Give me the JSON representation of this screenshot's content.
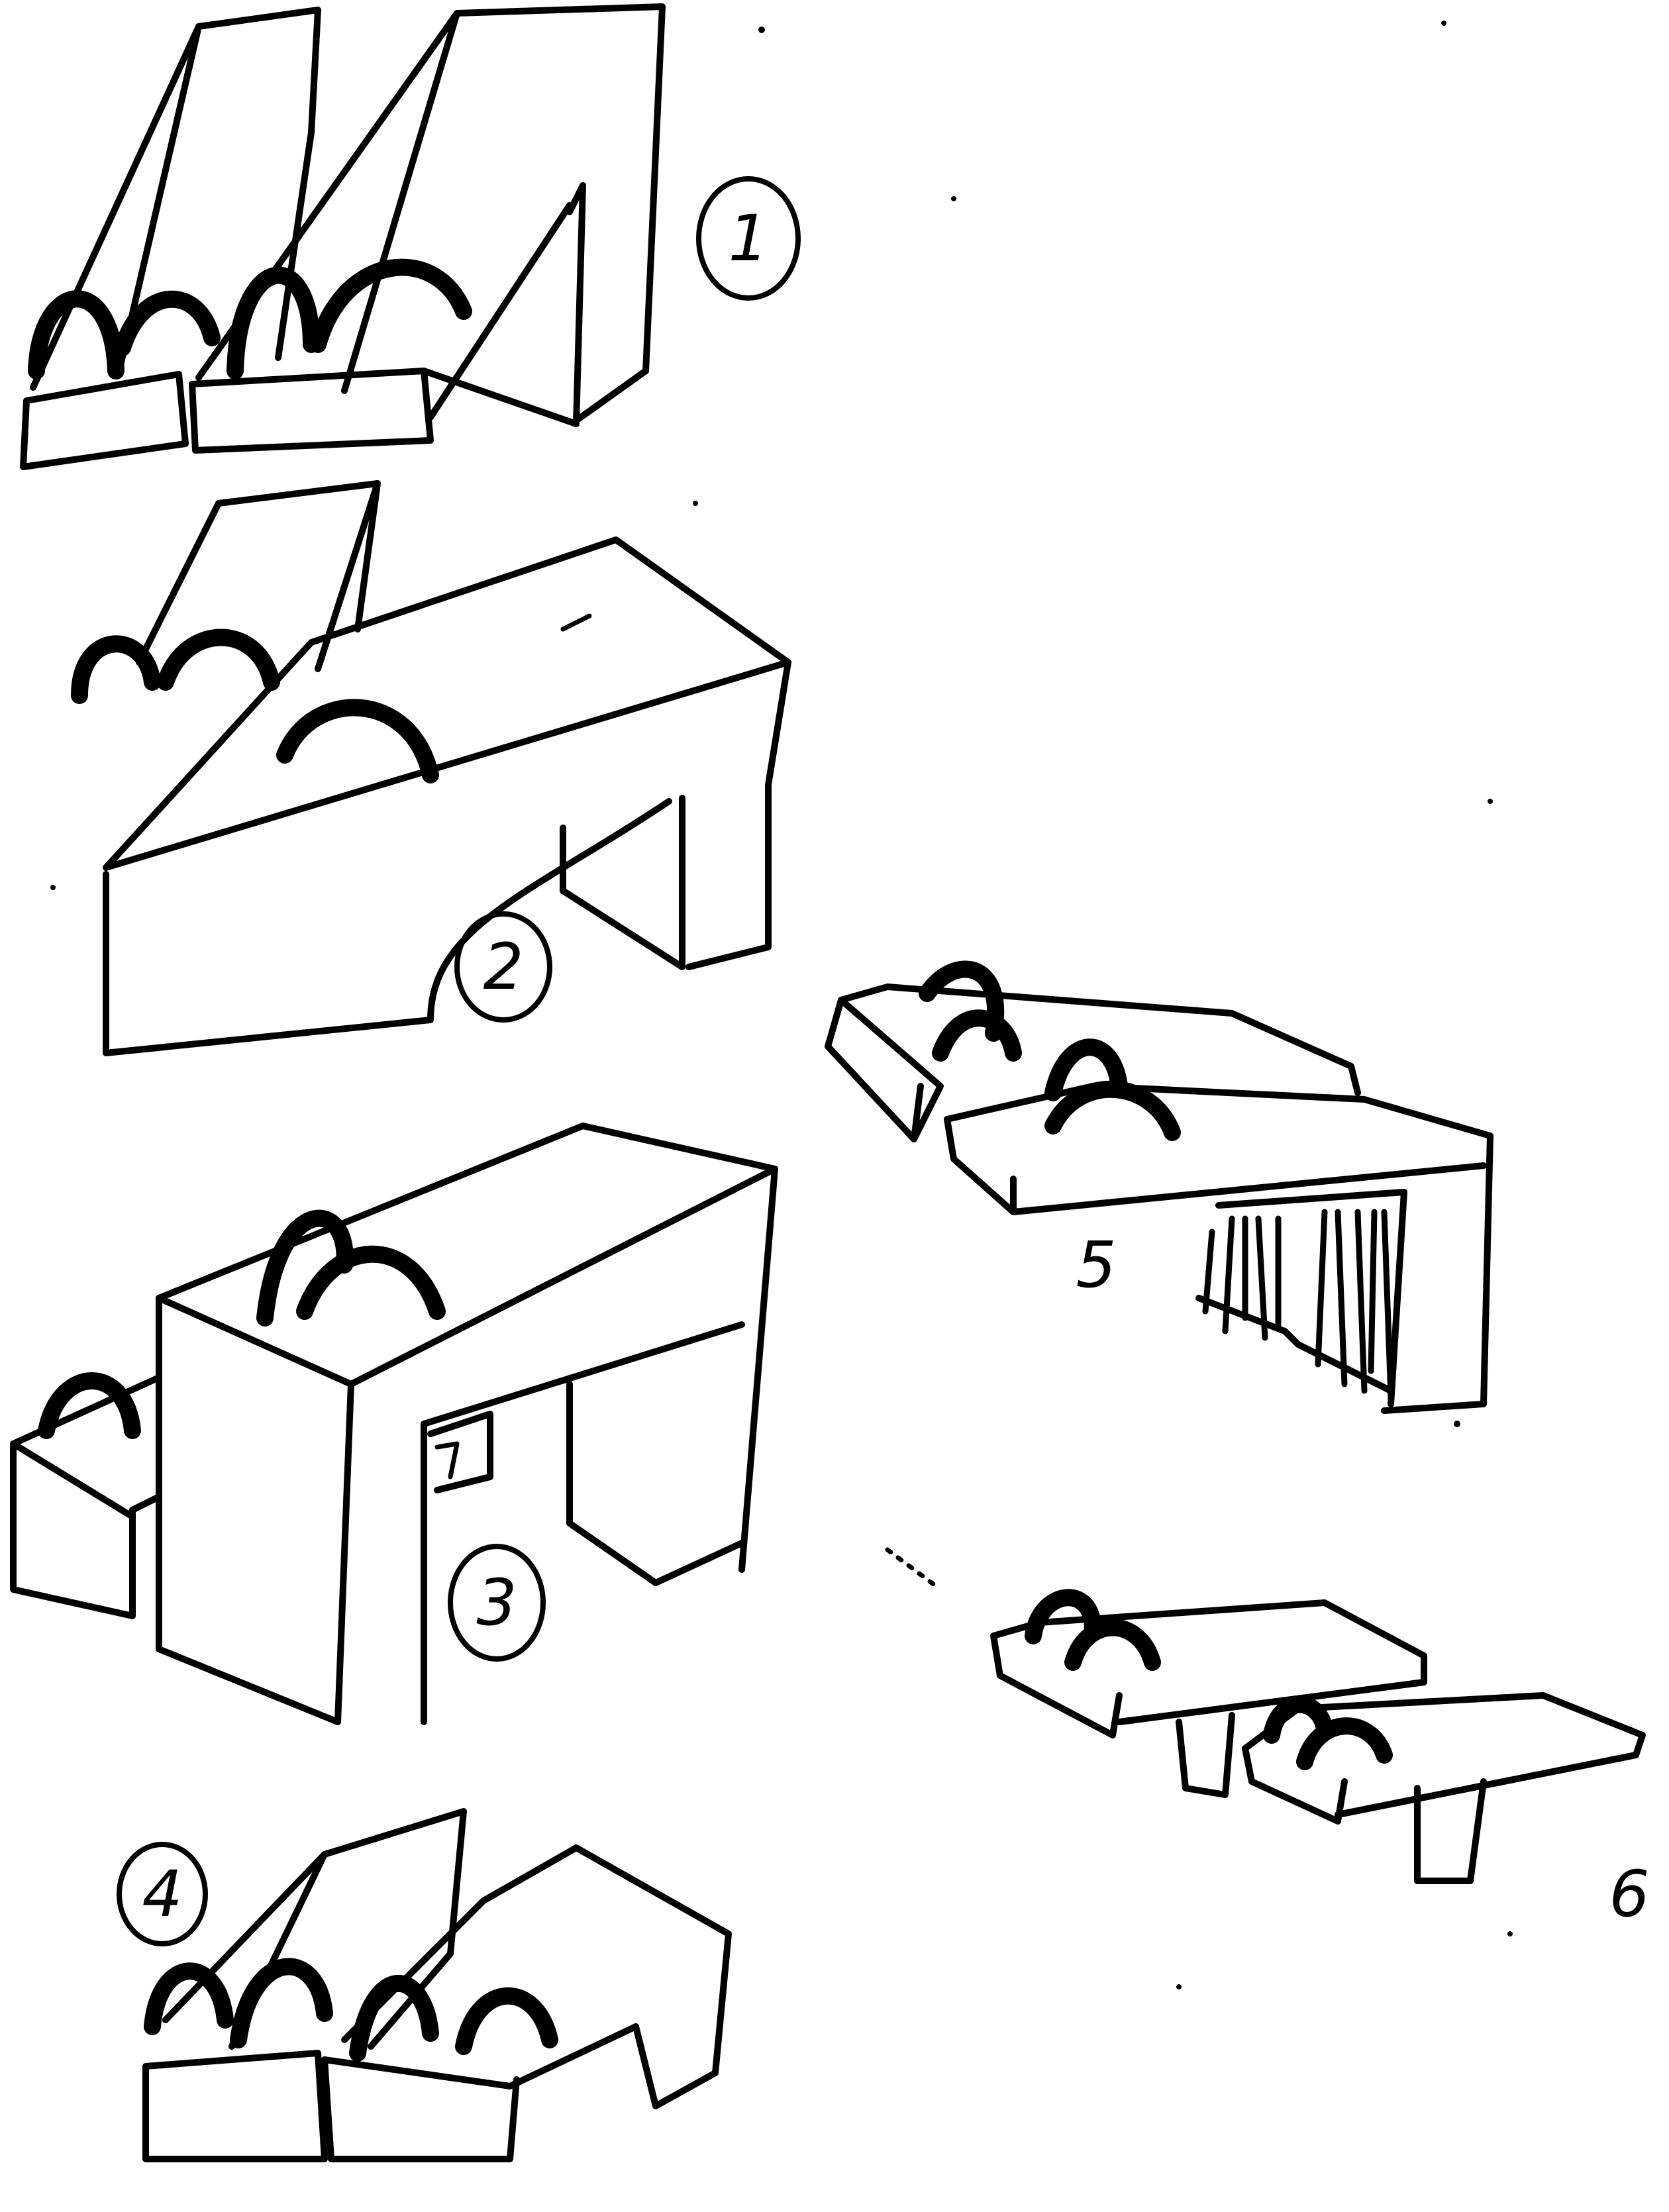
{
  "labels": [
    {
      "id": "label-1",
      "text": "1",
      "circled": true
    },
    {
      "id": "label-2",
      "text": "2",
      "circled": true
    },
    {
      "id": "label-3",
      "text": "3",
      "circled": true
    },
    {
      "id": "label-4",
      "text": "4",
      "circled": true
    },
    {
      "id": "label-5",
      "text": "5",
      "circled": false
    },
    {
      "id": "label-6",
      "text": "6",
      "circled": false
    }
  ],
  "ink_color": "#000000",
  "paper_color": "#ffffff"
}
